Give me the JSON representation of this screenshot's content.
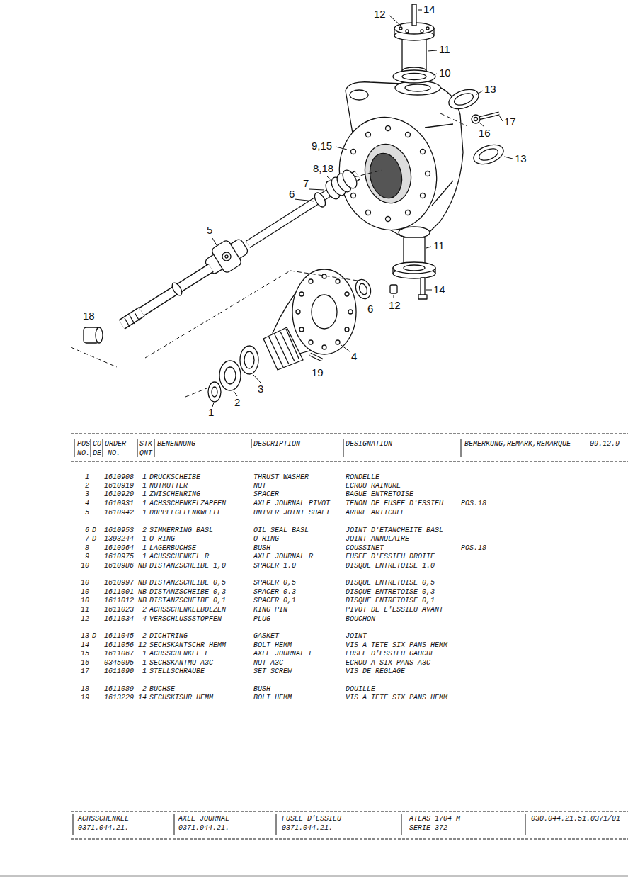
{
  "diagram": {
    "labels": [
      "12",
      "14",
      "11",
      "10",
      "13",
      "17",
      "16",
      "13",
      "9,15",
      "8,18",
      "7",
      "6",
      "5",
      "11",
      "6",
      "12",
      "14",
      "4",
      "18",
      "19",
      "3",
      "2",
      "1",
      "POS",
      "CO",
      "ORDER",
      "STK",
      "BENENNUNG",
      "DESCRIPTION",
      "DESIGNATION",
      "BEMERKUNG,REMARK,REMARQUE",
      "09.12.9",
      "NO.",
      "DE",
      "NO.",
      "QNT",
      "1",
      "1610908",
      "1",
      "DRUCKSCHEIBE",
      "THRUST WASHER",
      "RONDELLE",
      "2",
      "1610919",
      "1",
      "NUTMUTTER",
      "NUT",
      "ECROU RAINURE",
      "3",
      "1610920",
      "1",
      "ZWISCHENRING",
      "SPACER",
      "BAGUE ENTRETOISE",
      "4",
      "1610931",
      "1",
      "ACHSSCHENKELZAPFEN",
      "AXLE JOURNAL PIVOT",
      "TENON DE FUSEE D'ESSIEU",
      "POS.18",
      "5",
      "1610942",
      "1",
      "DOPPELGELENKWELLE",
      "UNIVER JOINT SHAFT",
      "ARBRE ARTICULE",
      "6",
      "D",
      "1610953",
      "2",
      "SIMMERRING BASL",
      "OIL SEAL BASL",
      "JOINT D'ETANCHEITE BASL",
      "7",
      "D",
      "1393244",
      "1",
      "O-RING",
      "O-RING",
      "JOINT ANNULAIRE",
      "8",
      "1610964",
      "1",
      "LAGERBUCHSE",
      "BUSH",
      "COUSSINET",
      "POS.18",
      "9",
      "1610975",
      "1",
      "ACHSSCHENKEL R",
      "AXLE JOURNAL R",
      "FUSEE D'ESSIEU DROITE",
      "10",
      "1610986",
      "NB",
      "DISTANZSCHEIBE 1,0",
      "SPACER 1.0",
      "DISQUE ENTRETOISE 1.0",
      "10",
      "1610997",
      "NB",
      "DISTANZSCHEIBE 0,5",
      "SPACER 0,5",
      "DISQUE ENTRETOISE 0,5",
      "10",
      "1611001",
      "NB",
      "DISTANZSCHEIBE 0,3",
      "SPACER 0.3",
      "DISQUE ENTRETOISE 0,3",
      "10",
      "1611012",
      "NB",
      "DISTANZSCHEIBE 0,1",
      "SPACER 0,1",
      "DISQUE ENTRETOISE 0,1",
      "11",
      "1611023",
      "2",
      "ACHSSCHENKELBOLZEN",
      "KING PIN",
      "PIVOT DE L'ESSIEU AVANT",
      "12",
      "1611034",
      "4",
      "VERSCHLUSSSTOPFEN",
      "PLUG",
      "BOUCHON",
      "13",
      "D",
      "1611045",
      "2",
      "DICHTRING",
      "GASKET",
      "JOINT",
      "14",
      "1611056",
      "12",
      "SECHSKANTSCHR HEMM",
      "BOLT HEMM",
      "VIS A TETE SIX PANS HEMM",
      "15",
      "1611067",
      "1",
      "ACHSSCHENKEL L",
      "AXLE JOURNAL L",
      "FUSEE D'ESSIEU GAUCHE",
      "16",
      "0345095",
      "1",
      "SECHSKANTMU A3C",
      "NUT A3C",
      "ECROU A SIX PANS A3C",
      "17",
      "1611090",
      "1",
      "STELLSCHRAUBE",
      "SET SCREW",
      "VIS DE REGLAGE",
      "18",
      "1611089",
      "2",
      "BUCHSE",
      "BUSH",
      "DOUILLE",
      "19",
      "1613229",
      "14",
      "SECHSKTSHR HEMM",
      "BOLT HEMM",
      "VIS A TETE SIX PANS HEMM",
      "ACHSSCHENKEL",
      "0371.044.21.",
      "AXLE JOURNAL",
      "0371.044.21.",
      "FUSEE D'ESSIEU",
      "0371.044.21.",
      "ATLAS 1704 M",
      "SERIE 372",
      "030.044.21.51.0371/01"
    ]
  }
}
